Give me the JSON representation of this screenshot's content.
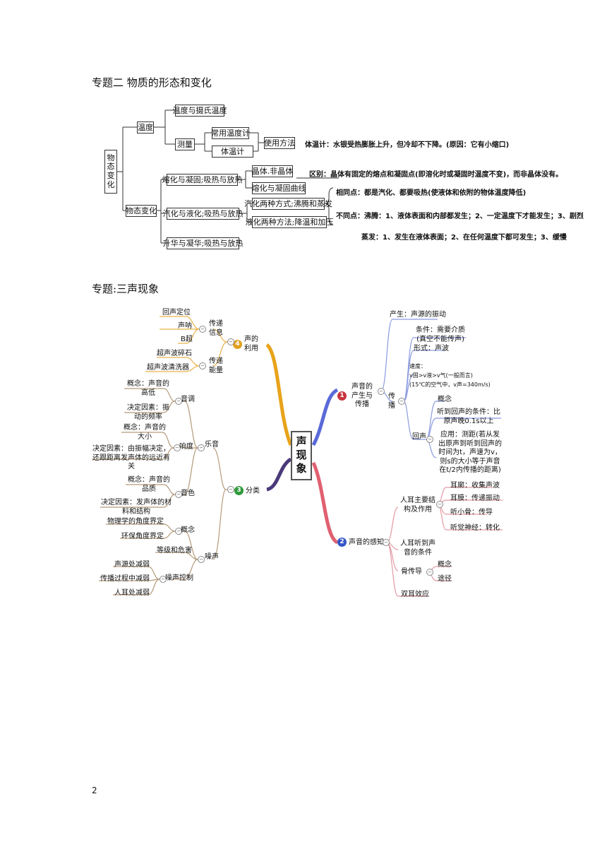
{
  "headings": {
    "topic2": "专题二  物质的形态和变化",
    "topic3": "专题:三声现象"
  },
  "states_map": {
    "root": "物态变化",
    "temperature": "温度",
    "temp_celsius": "温度与摄氏温度",
    "measure": "测量",
    "common_thermo": "常用温度计",
    "body_thermo": "体温计",
    "usage": "使用方法",
    "changes": "物态变化",
    "melt": "熔化与凝固;吸热与放热",
    "crystal": "晶体.非晶体",
    "melt_curve": "熔化与凝固曲线",
    "vapor": "汽化与液化;吸热与放热",
    "vapor_ways": "汽化两种方式;沸腾和蒸发",
    "liquefy_ways": "液化两种方法;降温和加压",
    "sublim": "升华与凝华;吸热与放热",
    "note_thermo": "体温计：水银受热膨胀上升，但冷却不下降。(原因：它有小缩口)",
    "note_crystal": "区别：晶体有固定的熔点和凝固点(即溶化时或凝固时温度不变)，而非晶体没有。",
    "note_same": "相同点：都是汽化、都要吸热(使液体和依附的物体温度降低)",
    "note_diff_boil": "不同点：沸腾：1、液体表面和内部都发生；2、一定温度下才能发生；3、剧烈",
    "note_diff_evap": "蒸发：1、发生在液体表面；2、在任何温度下都可发生；3、缓慢"
  },
  "sound_map": {
    "center": "声现象",
    "b1": {
      "num": "1",
      "label": "声音的产生与传播"
    },
    "b2": {
      "num": "2",
      "label": "声音的感知"
    },
    "b3": {
      "num": "3",
      "label": "分类"
    },
    "b4": {
      "num": "4",
      "label": "声的利用"
    },
    "produce": "产生：声源的振动",
    "propagate": "传播",
    "condition": "条件：需要介质(真空不能传声)",
    "form": "形式：声波",
    "speed_title": "速度：",
    "speed_rel": "v固>v液>v气(一般而言)",
    "speed_air": "(15℃的空气中，v声=340m/s)",
    "echo": "回声",
    "echo_concept": "概念",
    "echo_cond": "听到回声的条件：比原声晚0.1s以上",
    "echo_app": "应用：测距(若从发出原声到听到回声的时间为t，声速为v，则s的大小等于声音在t/2内传播的距离)",
    "ear": "人耳主要结构及作用",
    "ear1": "耳廓：收集声波",
    "ear2": "耳膜：传递振动",
    "ear3": "听小骨：传导",
    "ear4": "听觉神经：转化",
    "hear_cond": "人耳听到声音的条件",
    "bone": "骨传导",
    "bone_concept": "概念",
    "bone_way": "途径",
    "binaural": "双耳效应",
    "info": "传递信息",
    "info1": "回声定位",
    "info2": "声呐",
    "info3": "B超",
    "energy": "传递能量",
    "energy1": "超声波碎石",
    "energy2": "超声波清洗器",
    "music": "乐音",
    "pitch": "音调",
    "pitch_concept": "概念：声音的高低",
    "pitch_factor": "决定因素：振动的频率",
    "loud": "响度",
    "loud_concept": "概念：声音的大小",
    "loud_factor": "决定因素：由振幅决定，还跟距离发声体的远近有关",
    "timbre": "音色",
    "timbre_concept": "概念：声音的品质",
    "timbre_factor": "决定因素：发声体的材料和结构",
    "noise": "噪声",
    "noise_concept": "概念",
    "noise_c1": "物理学的角度界定",
    "noise_c2": "环保角度界定",
    "noise_harm": "等级和危害",
    "noise_ctrl": "噪声控制",
    "ctrl1": "声源处减弱",
    "ctrl2": "传播过程中减弱",
    "ctrl3": "人耳处减弱"
  },
  "colors": {
    "b1": "#c8343e",
    "b2": "#3456c8",
    "b3": "#2f9a3a",
    "b4": "#e0a020"
  },
  "page_number": "2"
}
